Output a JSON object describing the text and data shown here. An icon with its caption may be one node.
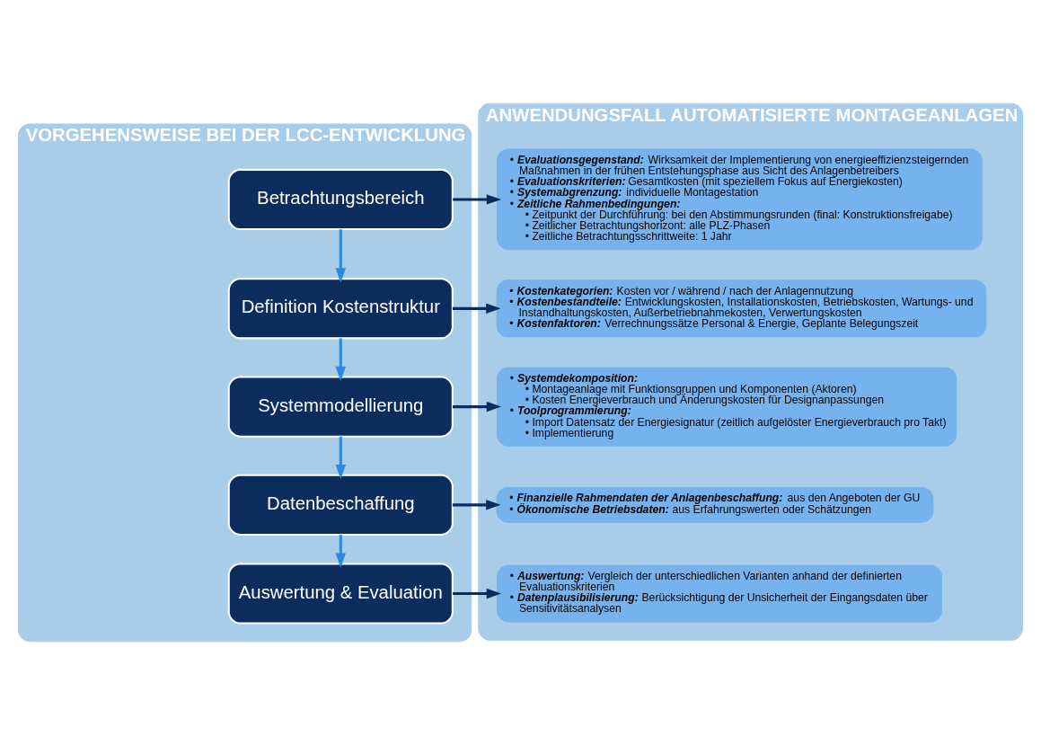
{
  "diagram": {
    "nodes": [
      {
        "text": [
          "VORGEHENSWEISE BEI DER LCC-ENTWICKLUNG"
        ]
      },
      {
        "text": [
          "ANWENDUNGSFALL AUTOMATISIERTE MONTAGEANLAGEN"
        ]
      },
      {
        "text": [
          "Betrachtungsbereich"
        ],
        "in": 0
      },
      {
        "text": [
          "Definition Kostenstruktur"
        ],
        "in": 0
      },
      {
        "text": [
          "Systemmodellierung"
        ],
        "in": 0
      },
      {
        "text": [
          "Datenbeschaffung"
        ],
        "in": 0
      },
      {
        "text": [
          "Auswertung & Evaluation"
        ],
        "in": 0
      },
      {
        "text": [
          "• **Evaluationsgegenstand:** Wirksamkeit der Implementierung von energieeffizienzsteigernden Maßnahmen in der frühen Entstehungsphase aus Sicht des Anlagenbetreibers",
          "• **Evaluationskriterien:** Gesamtkosten (mit speziellem Fokus auf Energiekosten)",
          "• **Systemabgrenzung:** individuelle Montagestation",
          "• **Zeitliche Rahmenbedingungen:**",
          "• Zeitpunkt der Durchführung: bei den Abstimmungsrunden (final: Konstruktionsfreigabe)",
          "• Zeitlicher Betrachtungshorizont: alle PLZ-Phasen",
          "• Zeitliche Betrachtungsschrittweite: 1 Jahr"
        ],
        "in": 1
      },
      {
        "text": [
          "• **Kostenkategorien:** Kosten vor / während / nach der Anlagennutzung",
          "• **Kostenbestandteile:** Entwicklungskosten, Installationskosten, Betriebskosten, Wartungs- und Instandhaltungskosten, Außerbetriebnahmekosten, Verwertungskosten",
          "• **Kostenfaktoren:** Verrechnungssätze Personal & Energie, Geplante Belegungszeit"
        ],
        "in": 1
      },
      {
        "text": [
          "• **Systemdekomposition:**",
          "• Montageanlage mit Funktionsgruppen und Komponenten (Aktoren)",
          "• Kosten Energieverbrauch und Änderungskosten für Designanpassungen",
          "• **Toolprogrammierung:**",
          "• Import Datensatz der Energiesignatur (zeitlich aufgelöster Energieverbrauch pro Takt)",
          "• Implementierung"
        ],
        "in": 1
      },
      {
        "text": [
          "• **Finanzielle Rahmendaten der Anlagenbeschaffung:** aus den Angeboten der GU",
          "• **Ökonomische Betriebsdaten:** aus Erfahrungswerten oder Schätzungen"
        ],
        "in": 1
      },
      {
        "text": [
          "• **Auswertung:** Vergleich der unterschiedlichen Varianten anhand der definierten Evaluationskriterien",
          "• **Datenplausibilisierung:** Berücksichtigung der Unsicherheit der Eingangsdaten über Sensitivitätsanalysen"
        ],
        "in": 1
      }
    ],
    "edges": [
      {
        "from": 2,
        "to": 7,
        "arrow": "to"
      },
      {
        "from": 2,
        "to": 3,
        "arrow": "to",
        "color": "#2b8ae0"
      },
      {
        "from": 3,
        "to": 8,
        "arrow": "to"
      },
      {
        "from": 3,
        "to": 4,
        "arrow": "to",
        "color": "#2b8ae0"
      },
      {
        "from": 4,
        "to": 9,
        "arrow": "to"
      },
      {
        "from": 4,
        "to": 5,
        "arrow": "to",
        "color": "#2b8ae0"
      },
      {
        "from": 5,
        "to": 10,
        "arrow": "to"
      },
      {
        "from": 5,
        "to": 6,
        "arrow": "to",
        "color": "#2b8ae0"
      },
      {
        "from": 6,
        "to": 11,
        "arrow": "to"
      }
    ]
  }
}
